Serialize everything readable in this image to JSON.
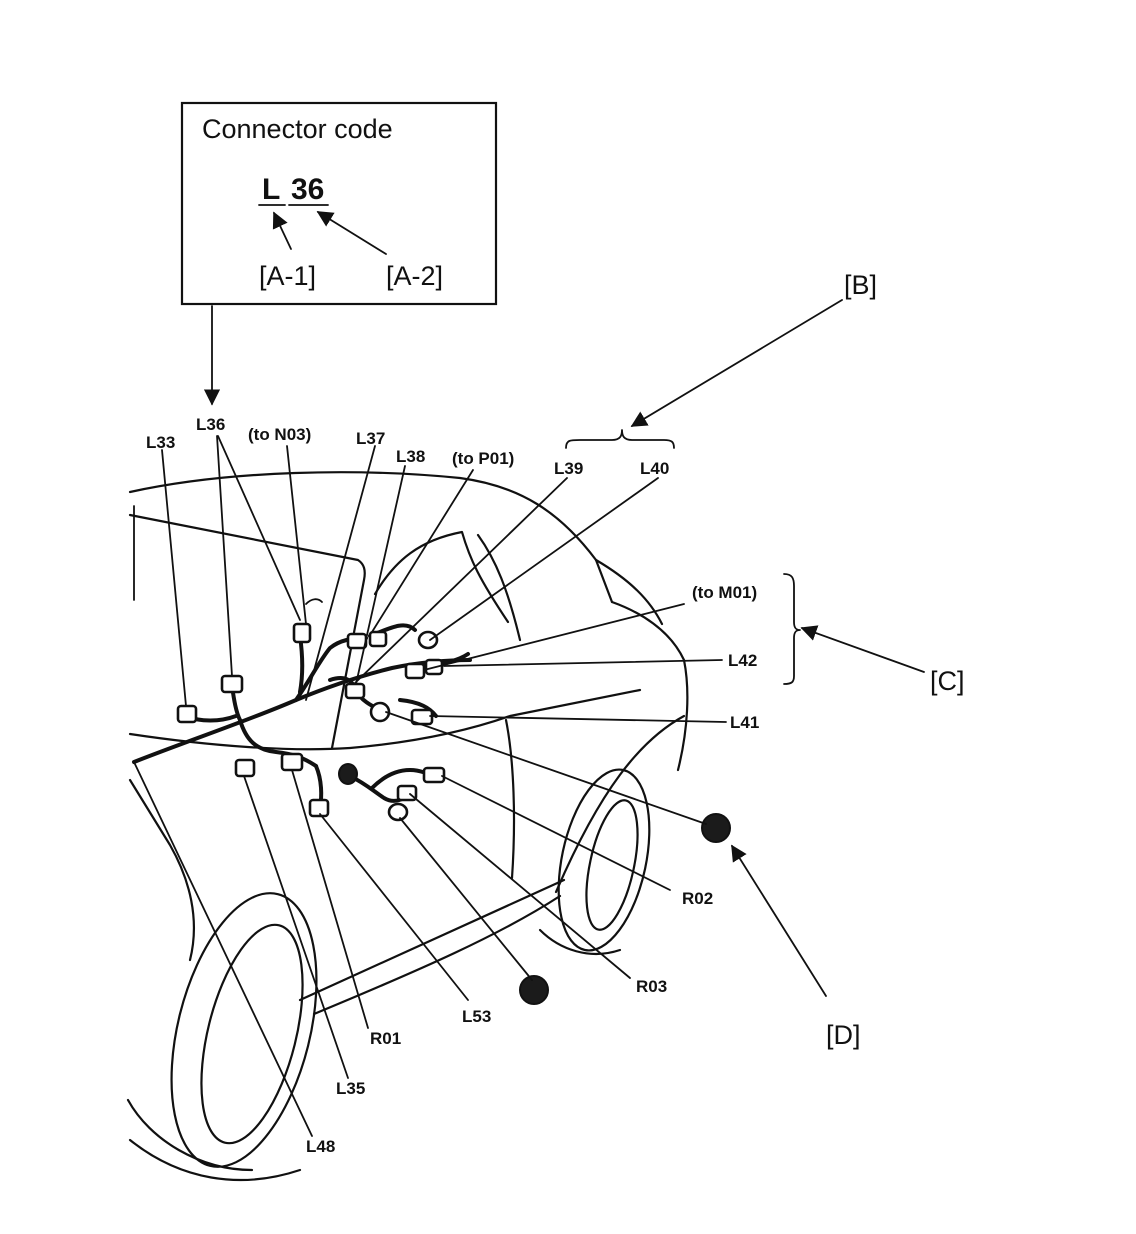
{
  "legend_box": {
    "title": "Connector code",
    "code_letter": "L",
    "code_number": "36",
    "part_a1": "[A-1]",
    "part_a2": "[A-2]"
  },
  "callouts": {
    "b": "[B]",
    "c": "[C]",
    "d": "[D]"
  },
  "connectors": {
    "l33": "L33",
    "l36": "L36",
    "to_n03": "(to N03)",
    "l37": "L37",
    "l38": "L38",
    "to_p01": "(to P01)",
    "l39": "L39",
    "l40": "L40",
    "to_m01": "(to M01)",
    "l42": "L42",
    "l41": "L41",
    "r02": "R02",
    "r03": "R03",
    "l53": "L53",
    "r01": "R01",
    "l35": "L35",
    "l48": "L48"
  }
}
